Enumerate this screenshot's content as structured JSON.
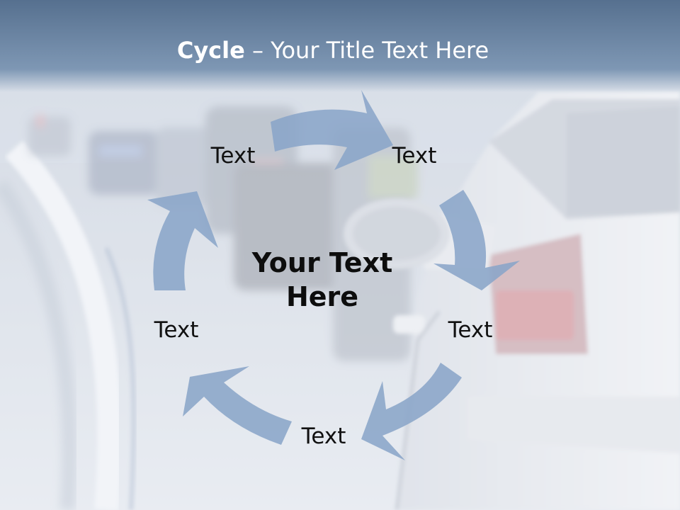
{
  "title": {
    "bold": "Cycle",
    "rest": " – Your Title Text Here"
  },
  "center_text": {
    "line1": "Your Text",
    "line2": "Here"
  },
  "cycle_items": [
    {
      "label": "Text"
    },
    {
      "label": "Text"
    },
    {
      "label": "Text"
    },
    {
      "label": "Text"
    },
    {
      "label": "Text"
    }
  ],
  "colors": {
    "title_bar": "#6983a3",
    "arrow": "#8aa5c8",
    "title_text": "#ffffff",
    "label_text": "#111111"
  },
  "background": "traffic-jam-photo"
}
